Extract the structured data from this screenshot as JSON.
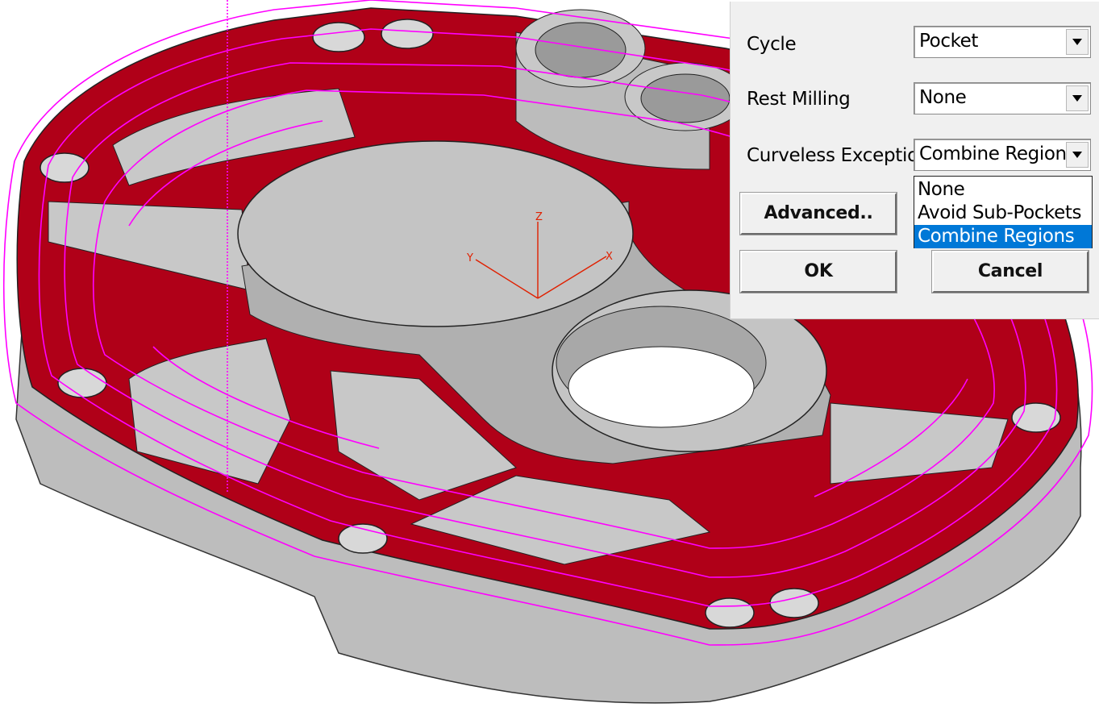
{
  "viewport": {
    "axes": {
      "z": "Z",
      "y": "Y",
      "x": "X"
    },
    "colors": {
      "part": "#c0c0c0",
      "floor": "#b00018",
      "toolpath": "#ff00ff",
      "axis": "#e02000"
    }
  },
  "dialog": {
    "cycle": {
      "label": "Cycle",
      "value": "Pocket"
    },
    "rest_milling": {
      "label": "Rest Milling",
      "value": "None"
    },
    "curveless_exception": {
      "label": "Curveless Exception",
      "value": "Combine Regions",
      "options": [
        "None",
        "Avoid Sub-Pockets",
        "Combine Regions"
      ]
    },
    "advanced_label": "Advanced..",
    "ok_label": "OK",
    "cancel_label": "Cancel",
    "accent": "#0078d7"
  }
}
